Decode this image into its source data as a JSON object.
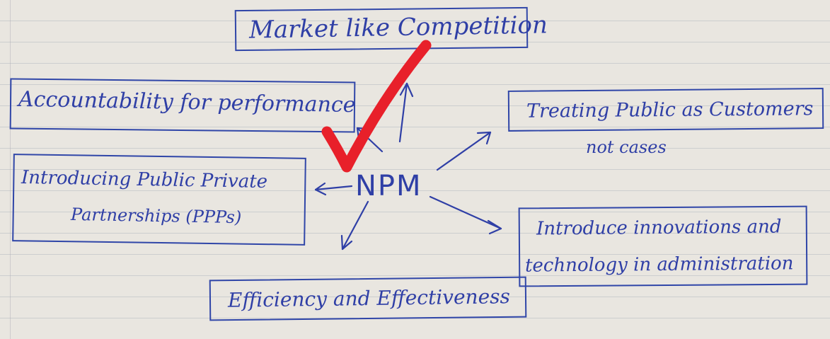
{
  "diagram": {
    "center": "NPM",
    "nodes": {
      "market": "Market like Competition",
      "accountability": "Accountability for performance",
      "treating_line1": "Treating Public as Customers",
      "treating_line2": "not cases",
      "ppp_line1": "Introducing Public Private",
      "ppp_line2": "Partnerships (PPPs)",
      "innovation_line1": "Introduce innovations and",
      "innovation_line2": "technology in administration",
      "efficiency": "Efficiency and Effectiveness"
    }
  },
  "colors": {
    "ink": "#2f3fa6",
    "check": "#e8202a",
    "paper": "#e9e6e0"
  },
  "icons": [
    "check-mark-icon",
    "arrow-icon"
  ]
}
